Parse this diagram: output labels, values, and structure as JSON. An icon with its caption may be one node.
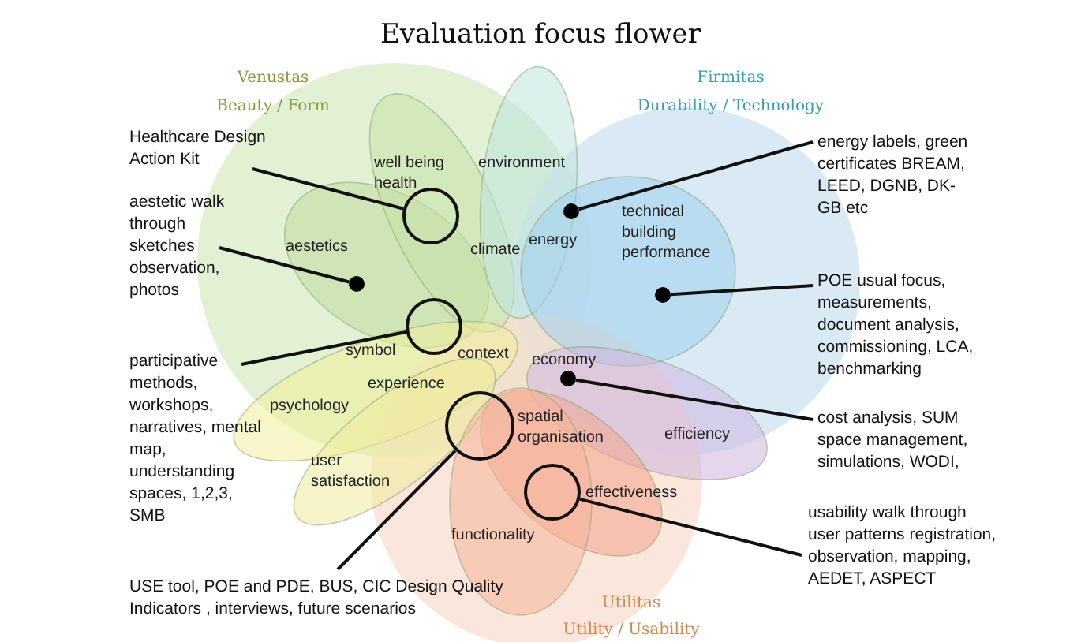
{
  "diagram": {
    "title": "Evaluation focus flower",
    "nodes": [
      {
        "text": [
          "Healthcare Design Action Kit"
        ]
      },
      {
        "text": [
          "aestetic walk through sketches observation, photos"
        ]
      },
      {
        "text": [
          "participative methods, workshops, narratives, mental map, understanding spaces, 1,2,3, SMB"
        ]
      },
      {
        "text": [
          "USE tool, POE and PDE, BUS, CIC Design Quality Indicators , interviews, future scenarios"
        ]
      },
      {
        "text": [
          "energy labels, green certificates BREAM, LEED, DGNB, DK-GB etc"
        ]
      },
      {
        "text": [
          "POE usual focus, measurements, document analysis, commissioning, LCA, benchmarking"
        ]
      },
      {
        "text": [
          "cost analysis, SUM space management, simulations, WODI,"
        ]
      },
      {
        "text": [
          "usability walk through user patterns registration, observation, mapping, AEDET, ASPECT"
        ]
      },
      {
        "text": [],
        "shape": "circle"
      },
      {
        "text": [],
        "shape": "dot"
      },
      {
        "text": [],
        "shape": "circle"
      },
      {
        "text": [],
        "shape": "circle"
      },
      {
        "text": [],
        "shape": "dot"
      },
      {
        "text": [],
        "shape": "dot"
      },
      {
        "text": [],
        "shape": "dot"
      },
      {
        "text": [],
        "shape": "circle"
      }
    ],
    "edges": [
      {
        "from": 0,
        "to": 8,
        "arrow": "none"
      },
      {
        "from": 1,
        "to": 9,
        "arrow": "none"
      },
      {
        "from": 2,
        "to": 10,
        "arrow": "none"
      },
      {
        "from": 3,
        "to": 11,
        "arrow": "none"
      },
      {
        "from": 4,
        "to": 12,
        "arrow": "none"
      },
      {
        "from": 5,
        "to": 13,
        "arrow": "none"
      },
      {
        "from": 6,
        "to": 14,
        "arrow": "none"
      },
      {
        "from": 7,
        "to": 15,
        "arrow": "none"
      }
    ],
    "labels": [
      "Venustas",
      "Beauty / Form",
      "Firmitas",
      "Durability / Technology",
      "well being health",
      "environment",
      "aestetics",
      "climate",
      "energy",
      "technical building performance",
      "symbol",
      "context",
      "economy",
      "experience",
      "psychology",
      "spatial organisation",
      "efficiency",
      "user satisfaction",
      "effectiveness",
      "functionality",
      "Utilitas",
      "Utility / Usability"
    ]
  }
}
